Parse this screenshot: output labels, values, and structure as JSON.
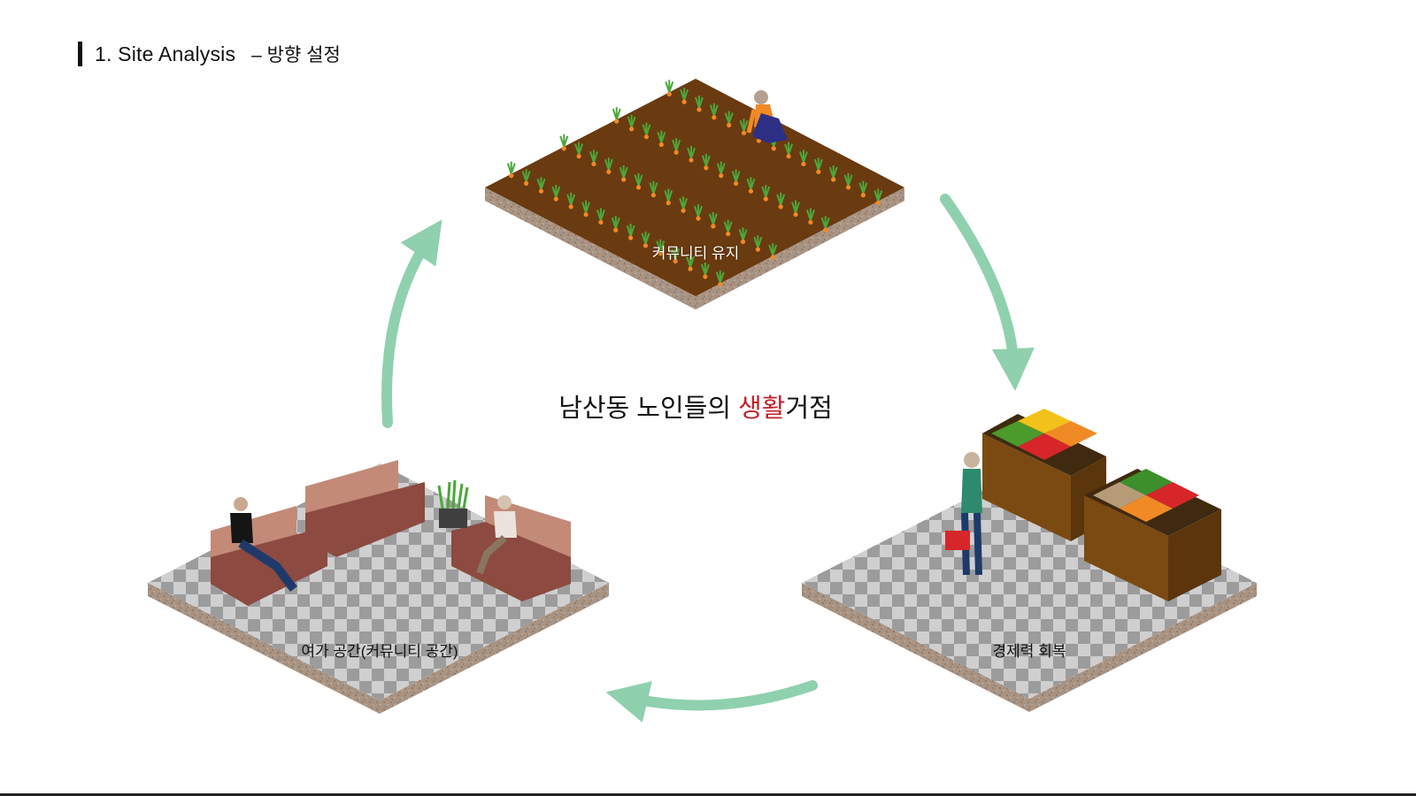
{
  "header": {
    "title": "1. Site Analysis",
    "subtitle": "– 방향 설정"
  },
  "center": {
    "text_before": "남산동 노인들의 ",
    "text_accent": "생활",
    "text_after": "거점",
    "accent_color": "#c0202a"
  },
  "tiles": {
    "top_label": "커뮤니티 유지",
    "right_label": "경제력 회복",
    "left_label": "여가 공간(커뮤니티 공간)"
  },
  "colors": {
    "arrow": "#8fd0ae",
    "soil": "#6a3a10",
    "floor_dark": "#9a9a9a",
    "floor_light": "#cfcfcf",
    "sofa": "#8c4a40"
  },
  "icons": [
    "farmer-figure",
    "shopper-figure",
    "seated-man-figure",
    "seated-elder-figure",
    "plant-pot-icon",
    "market-crate-icon"
  ]
}
